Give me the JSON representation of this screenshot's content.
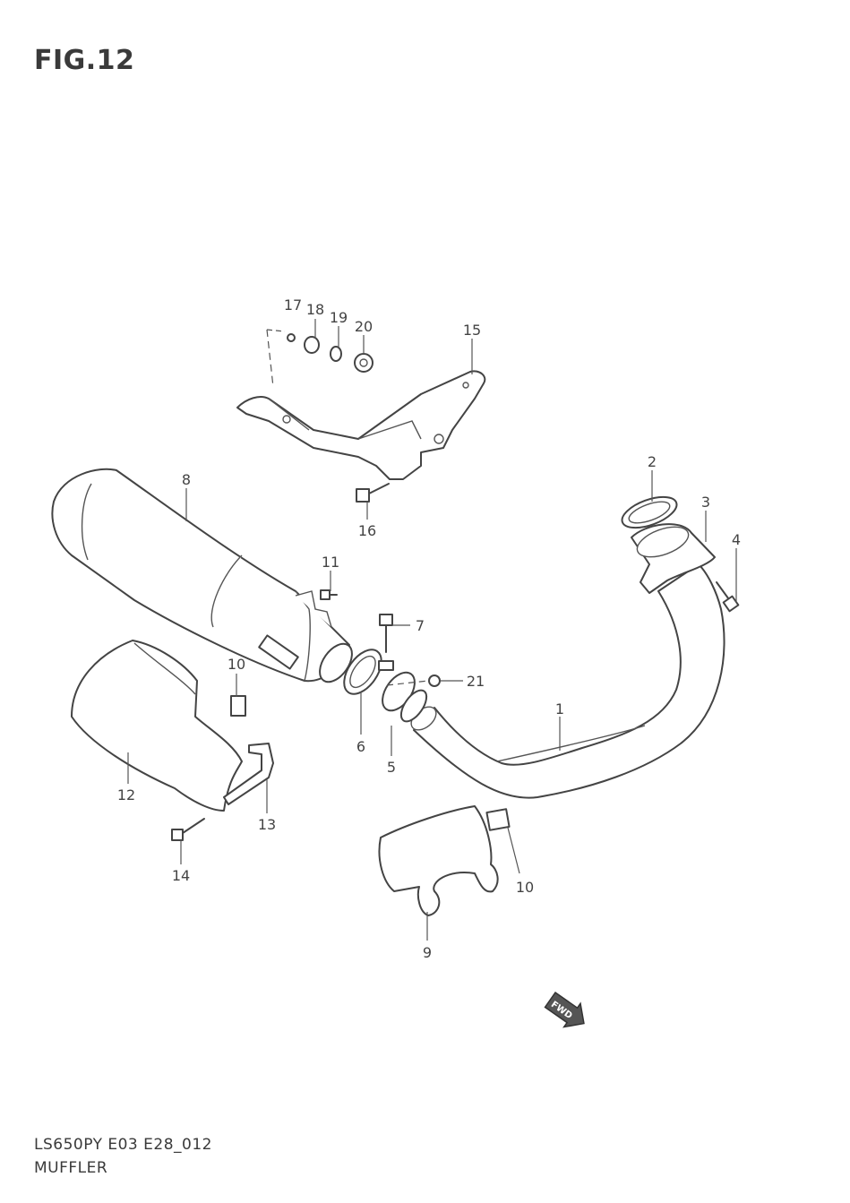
{
  "figure": {
    "title": "FIG.12"
  },
  "footer": {
    "model_code": "LS650PY E03 E28_012",
    "section_name": "MUFFLER"
  },
  "direction_marker": {
    "label": "FWD"
  },
  "colors": {
    "line": "#444444",
    "text": "#3a3a3a",
    "background": "#ffffff"
  },
  "callouts": [
    {
      "id": "c1",
      "label": "1"
    },
    {
      "id": "c2",
      "label": "2"
    },
    {
      "id": "c3",
      "label": "3"
    },
    {
      "id": "c4",
      "label": "4"
    },
    {
      "id": "c5",
      "label": "5"
    },
    {
      "id": "c6",
      "label": "6"
    },
    {
      "id": "c7",
      "label": "7"
    },
    {
      "id": "c8",
      "label": "8"
    },
    {
      "id": "c9",
      "label": "9"
    },
    {
      "id": "c10a",
      "label": "10"
    },
    {
      "id": "c10b",
      "label": "10"
    },
    {
      "id": "c11",
      "label": "11"
    },
    {
      "id": "c12",
      "label": "12"
    },
    {
      "id": "c13",
      "label": "13"
    },
    {
      "id": "c14",
      "label": "14"
    },
    {
      "id": "c15",
      "label": "15"
    },
    {
      "id": "c16",
      "label": "16"
    },
    {
      "id": "c17",
      "label": "17"
    },
    {
      "id": "c18",
      "label": "18"
    },
    {
      "id": "c19",
      "label": "19"
    },
    {
      "id": "c20",
      "label": "20"
    },
    {
      "id": "c21",
      "label": "21"
    }
  ]
}
